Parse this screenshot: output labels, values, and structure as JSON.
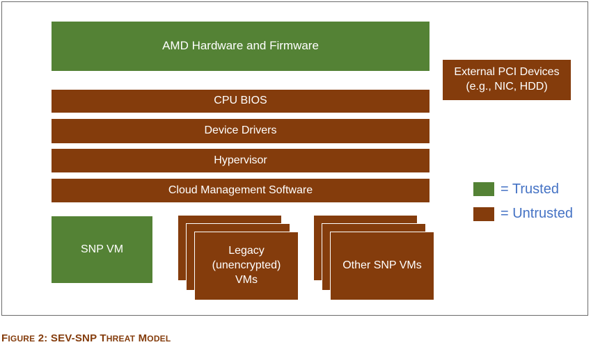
{
  "diagram": {
    "hardware": "AMD Hardware and Firmware",
    "cpu_bios": "CPU BIOS",
    "device_drivers": "Device Drivers",
    "hypervisor": "Hypervisor",
    "cloud_mgmt": "Cloud Management Software",
    "external_pci": [
      "External PCI Devices",
      "(e.g., NIC, HDD)"
    ],
    "snp_vm": "SNP VM",
    "legacy_vms": [
      "Legacy",
      "(unencrypted)",
      "VMs"
    ],
    "other_snp_vms": "Other SNP VMs"
  },
  "legend": {
    "trusted_label": "= Trusted",
    "untrusted_label": "= Untrusted",
    "trusted_color": "#548235",
    "untrusted_color": "#843c0c"
  },
  "caption": {
    "parts": [
      "F",
      "IGURE",
      " 2: SEV-SNP T",
      "HREAT",
      " M",
      "ODEL"
    ]
  }
}
